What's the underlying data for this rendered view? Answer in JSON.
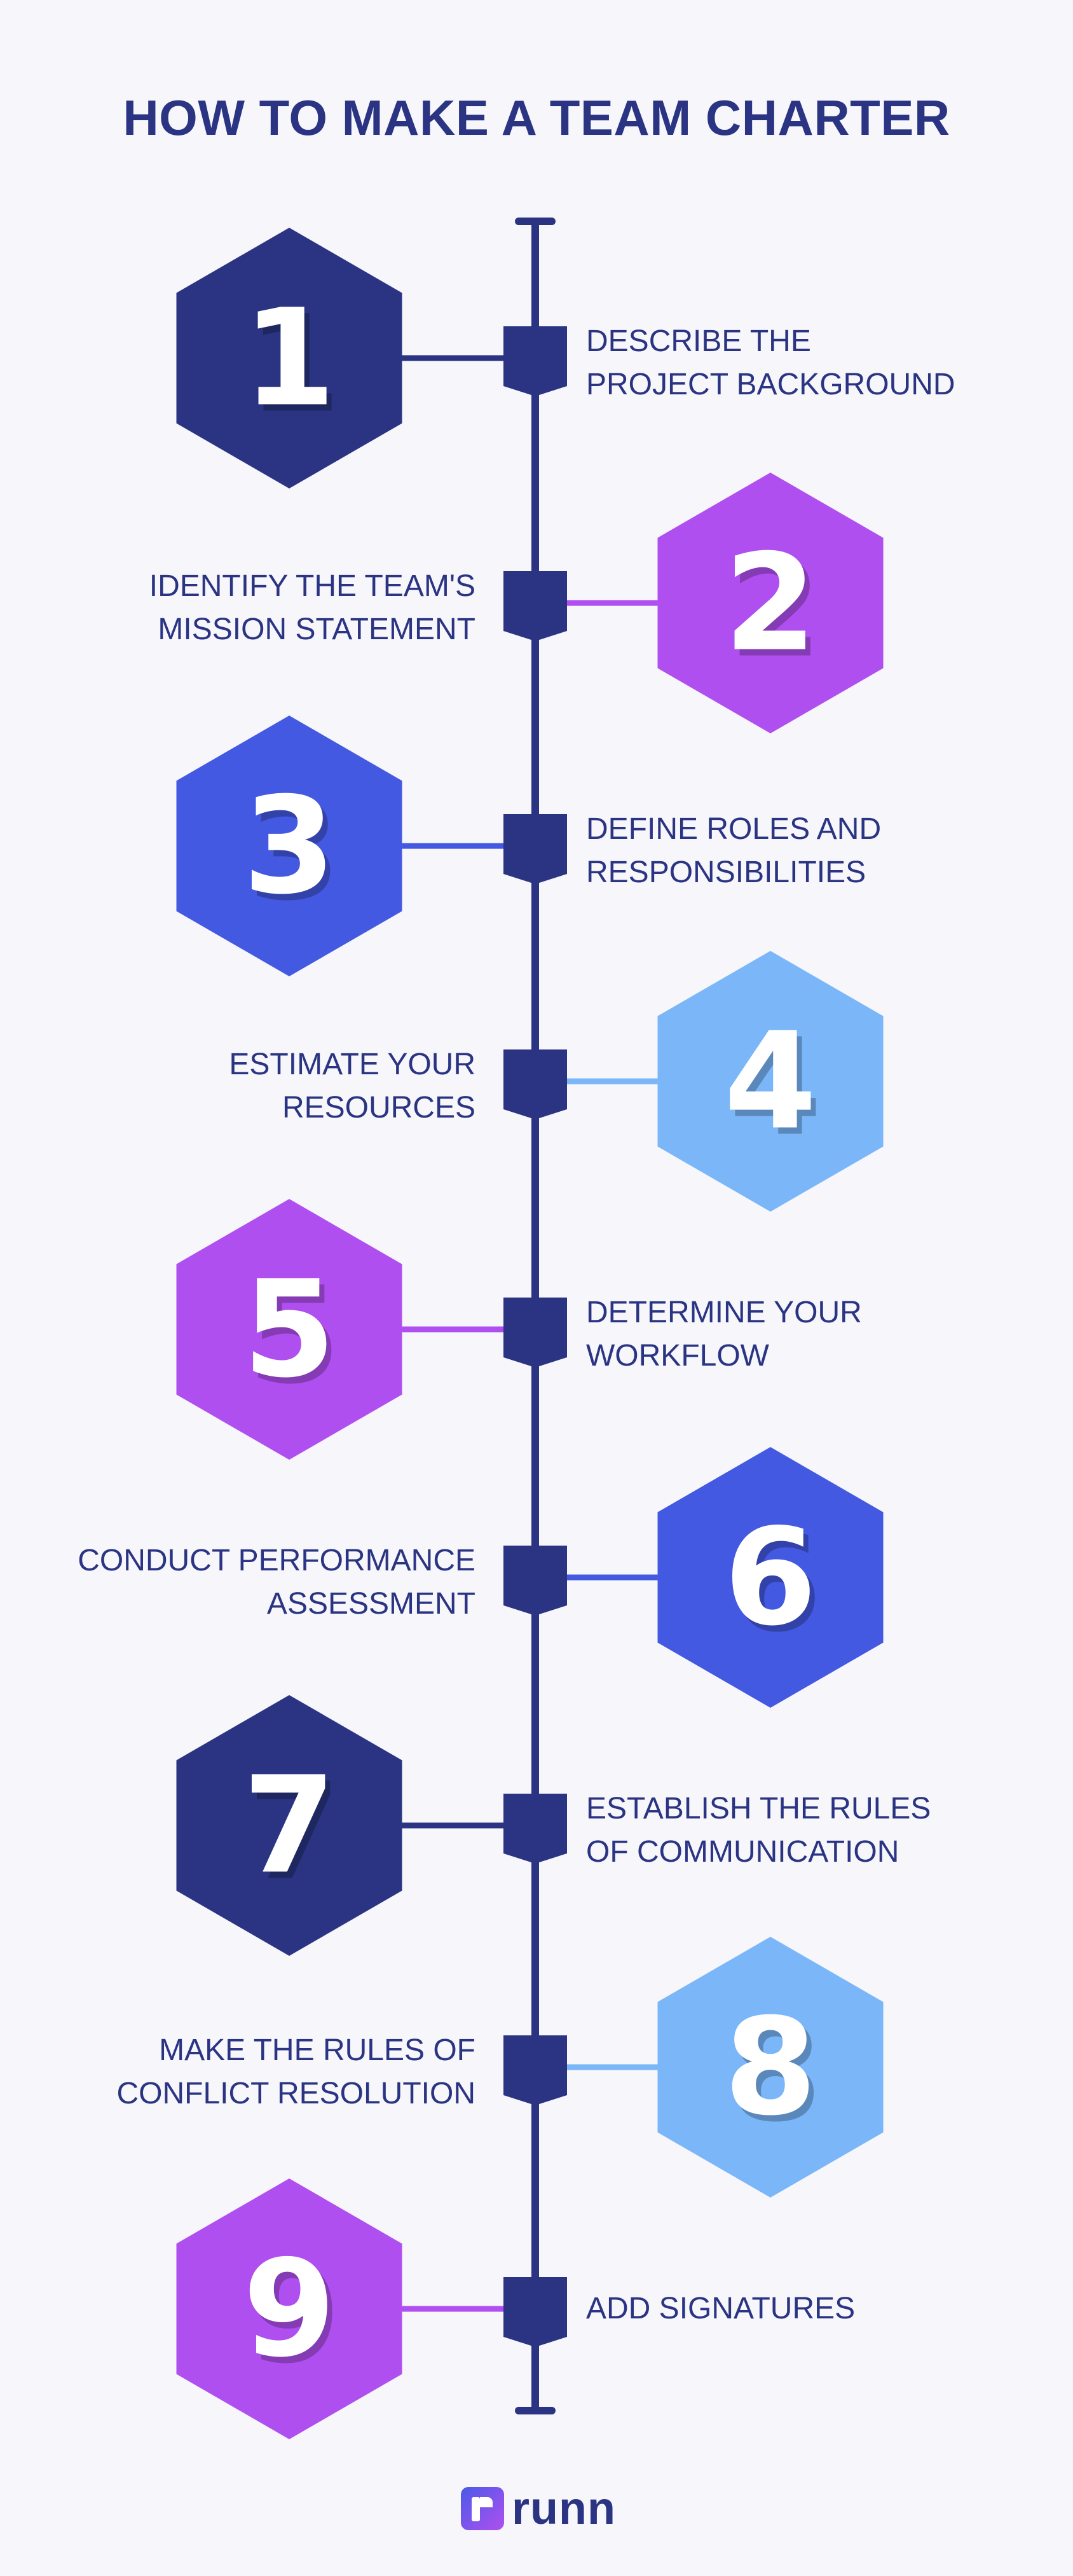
{
  "title": "HOW TO MAKE A TEAM CHARTER",
  "colors": {
    "navy": "#2a3482",
    "purple": "#b04ff0",
    "blue": "#4459e2",
    "light_blue": "#7ab6f8",
    "timeline": "#2a3482",
    "background": "#f6f6fb"
  },
  "steps": [
    {
      "number": "1",
      "lines": [
        "DESCRIBE THE",
        "PROJECT BACKGROUND"
      ],
      "color": "#2a3482",
      "hex_side": "left"
    },
    {
      "number": "2",
      "lines": [
        "IDENTIFY THE TEAM'S",
        "MISSION STATEMENT"
      ],
      "color": "#b04ff0",
      "hex_side": "right"
    },
    {
      "number": "3",
      "lines": [
        "DEFINE ROLES AND",
        "RESPONSIBILITIES"
      ],
      "color": "#4459e2",
      "hex_side": "left"
    },
    {
      "number": "4",
      "lines": [
        "ESTIMATE YOUR",
        "RESOURCES"
      ],
      "color": "#7ab6f8",
      "hex_side": "right"
    },
    {
      "number": "5",
      "lines": [
        "DETERMINE YOUR",
        "WORKFLOW"
      ],
      "color": "#b04ff0",
      "hex_side": "left"
    },
    {
      "number": "6",
      "lines": [
        "CONDUCT PERFORMANCE",
        "ASSESSMENT"
      ],
      "color": "#4459e2",
      "hex_side": "right"
    },
    {
      "number": "7",
      "lines": [
        "ESTABLISH THE RULES",
        "OF COMMUNICATION"
      ],
      "color": "#2a3482",
      "hex_side": "left"
    },
    {
      "number": "8",
      "lines": [
        "MAKE THE RULES OF",
        "CONFLICT RESOLUTION"
      ],
      "color": "#7ab6f8",
      "hex_side": "right"
    },
    {
      "number": "9",
      "lines": [
        "ADD SIGNATURES"
      ],
      "color": "#b04ff0",
      "hex_side": "left"
    }
  ],
  "logo": {
    "text": "runn"
  }
}
